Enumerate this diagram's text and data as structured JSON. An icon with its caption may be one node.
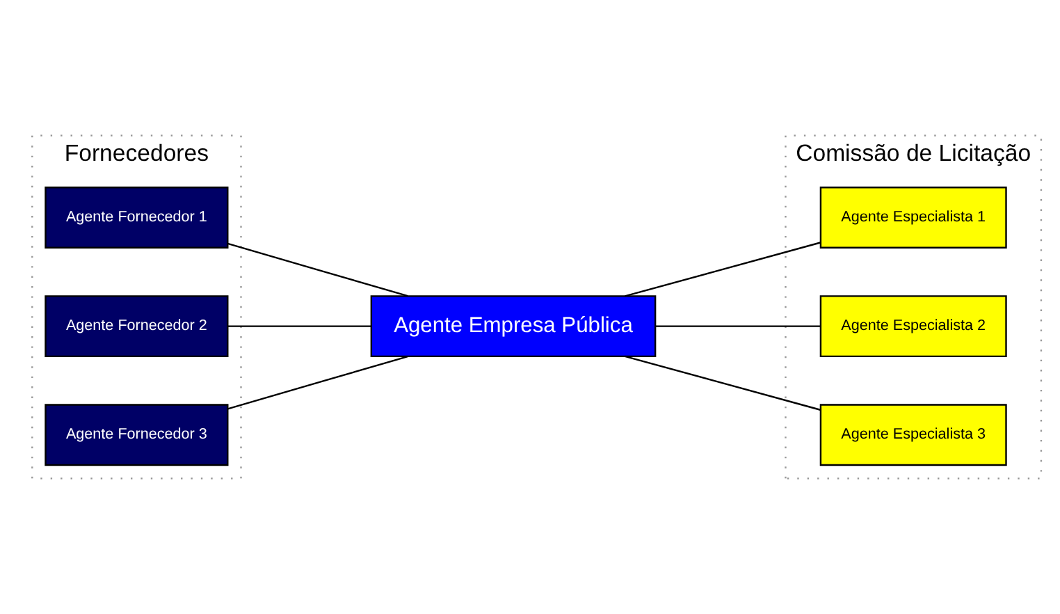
{
  "diagram": {
    "nodes": [
      {
        "text": [
          "Fornecedores"
        ]
      },
      {
        "text": [
          "Agente Fornecedor 1"
        ],
        "in": 0
      },
      {
        "text": [
          "Agente Fornecedor 2"
        ],
        "in": 0
      },
      {
        "text": [
          "Agente Fornecedor 3"
        ],
        "in": 0
      },
      {
        "text": [
          "Comissão de Licitação"
        ]
      },
      {
        "text": [
          "Agente Especialista 1"
        ],
        "in": 4
      },
      {
        "text": [
          "Agente Especialista 2"
        ],
        "in": 4
      },
      {
        "text": [
          "Agente Especialista 3"
        ],
        "in": 4
      },
      {
        "text": [
          "Agente Empresa Pública"
        ]
      }
    ],
    "edges": [
      {
        "from": 1,
        "to": 8,
        "arrow": "none"
      },
      {
        "from": 2,
        "to": 8,
        "arrow": "none"
      },
      {
        "from": 3,
        "to": 8,
        "arrow": "none"
      },
      {
        "from": 8,
        "to": 5,
        "arrow": "none"
      },
      {
        "from": 8,
        "to": 6,
        "arrow": "none"
      },
      {
        "from": 8,
        "to": 7,
        "arrow": "none"
      }
    ]
  }
}
